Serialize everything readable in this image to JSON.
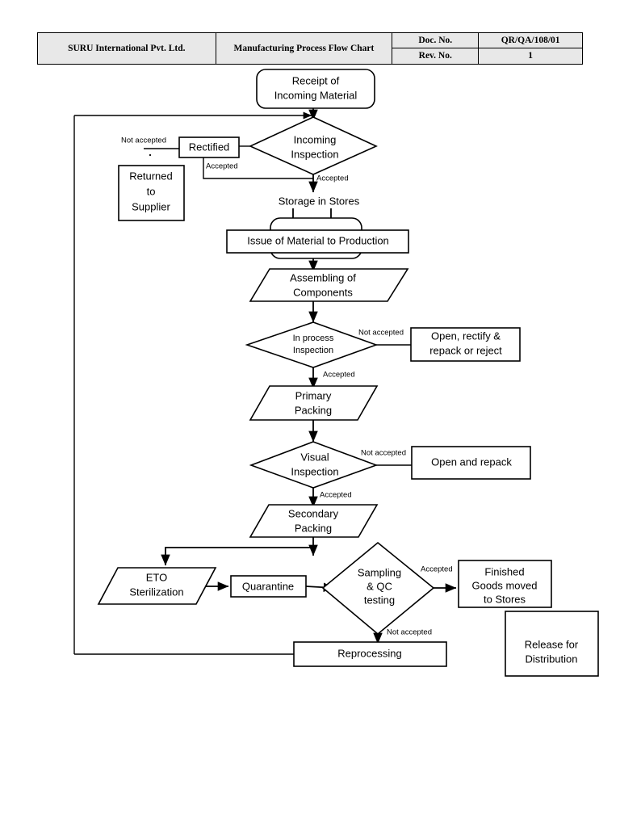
{
  "header": {
    "company": "SURU International Pvt. Ltd.",
    "title": "Manufacturing Process Flow Chart",
    "doc_no_label": "Doc. No.",
    "doc_no_value": "QR/QA/108/01",
    "rev_no_label": "Rev. No.",
    "rev_no_value": "1"
  },
  "chart_data": {
    "type": "diagram",
    "title": "Manufacturing Process Flow Chart",
    "nodes": [
      {
        "id": "receipt",
        "shape": "rounded-rect",
        "lines": [
          "Receipt of",
          "Incoming Material"
        ]
      },
      {
        "id": "incoming_insp",
        "shape": "diamond",
        "lines": [
          "Incoming",
          "Inspection"
        ]
      },
      {
        "id": "rectified",
        "shape": "rect",
        "lines": [
          "Rectified"
        ]
      },
      {
        "id": "returned",
        "shape": "rect",
        "lines": [
          "Returned",
          "to",
          "Supplier"
        ]
      },
      {
        "id": "storage",
        "shape": "text",
        "lines": [
          "Storage in Stores"
        ]
      },
      {
        "id": "issue_round",
        "shape": "rounded-rect",
        "lines": []
      },
      {
        "id": "issue",
        "shape": "rect",
        "lines": [
          "Issue of Material to Production"
        ]
      },
      {
        "id": "assembling",
        "shape": "parallelogram",
        "lines": [
          "Assembling of",
          "Components"
        ]
      },
      {
        "id": "inprocess",
        "shape": "diamond",
        "lines": [
          "In process",
          "Inspection"
        ]
      },
      {
        "id": "open_rectify",
        "shape": "rect",
        "lines": [
          "Open, rectify &",
          "repack or reject"
        ]
      },
      {
        "id": "primary",
        "shape": "parallelogram",
        "lines": [
          "Primary",
          "Packing"
        ]
      },
      {
        "id": "visual",
        "shape": "diamond",
        "lines": [
          "Visual",
          "Inspection"
        ]
      },
      {
        "id": "open_repack",
        "shape": "rect",
        "lines": [
          "Open and repack"
        ]
      },
      {
        "id": "secondary",
        "shape": "parallelogram",
        "lines": [
          "Secondary",
          "Packing"
        ]
      },
      {
        "id": "eto",
        "shape": "parallelogram",
        "lines": [
          "ETO",
          "Sterilization"
        ]
      },
      {
        "id": "quarantine",
        "shape": "rect",
        "lines": [
          "Quarantine"
        ]
      },
      {
        "id": "sampling",
        "shape": "diamond",
        "lines": [
          "Sampling",
          "& QC",
          "testing"
        ]
      },
      {
        "id": "finished",
        "shape": "rect",
        "lines": [
          "Finished",
          "Goods moved",
          "to Stores"
        ]
      },
      {
        "id": "release",
        "shape": "rect",
        "lines": [
          "Release for",
          "Distribution"
        ]
      },
      {
        "id": "reprocessing",
        "shape": "rect",
        "lines": [
          "Reprocessing"
        ]
      }
    ],
    "edges": [
      {
        "from": "receipt",
        "to": "incoming_insp",
        "label": ""
      },
      {
        "from": "incoming_insp",
        "to": "rectified",
        "label": "Not accepted"
      },
      {
        "from": "incoming_insp",
        "to": "storage",
        "label": "Accepted"
      },
      {
        "from": "rectified",
        "to": "storage",
        "label": "Accepted"
      },
      {
        "from": "rectified",
        "to": "receipt",
        "label": "Not accepted"
      },
      {
        "from": "storage",
        "to": "issue",
        "label": ""
      },
      {
        "from": "issue",
        "to": "assembling",
        "label": ""
      },
      {
        "from": "assembling",
        "to": "inprocess",
        "label": ""
      },
      {
        "from": "inprocess",
        "to": "open_rectify",
        "label": "Not accepted"
      },
      {
        "from": "inprocess",
        "to": "primary",
        "label": "Accepted"
      },
      {
        "from": "primary",
        "to": "visual",
        "label": ""
      },
      {
        "from": "visual",
        "to": "open_repack",
        "label": "Not accepted"
      },
      {
        "from": "visual",
        "to": "secondary",
        "label": "Accepted"
      },
      {
        "from": "secondary",
        "to": "eto",
        "label": ""
      },
      {
        "from": "secondary",
        "to": "sampling",
        "label": ""
      },
      {
        "from": "eto",
        "to": "quarantine",
        "label": ""
      },
      {
        "from": "quarantine",
        "to": "sampling",
        "label": ""
      },
      {
        "from": "sampling",
        "to": "finished",
        "label": "Accepted"
      },
      {
        "from": "sampling",
        "to": "reprocessing",
        "label": "Not accepted"
      },
      {
        "from": "reprocessing",
        "to": "receipt",
        "label": ""
      }
    ]
  },
  "nodes": {
    "receipt": {
      "l1": "Receipt of",
      "l2": "Incoming Material"
    },
    "incoming": {
      "l1": "Incoming",
      "l2": "Inspection"
    },
    "rectified": {
      "l1": "Rectified"
    },
    "returned": {
      "l1": "Returned",
      "l2": "to",
      "l3": "Supplier"
    },
    "storage": {
      "l1": "Storage in Stores"
    },
    "issue": {
      "l1": "Issue of Material to Production"
    },
    "assembling": {
      "l1": "Assembling of",
      "l2": "Components"
    },
    "inprocess": {
      "l1": "In process",
      "l2": "Inspection"
    },
    "open_rectify": {
      "l1": "Open, rectify &",
      "l2": "repack or reject"
    },
    "primary": {
      "l1": "Primary",
      "l2": "Packing"
    },
    "visual": {
      "l1": "Visual",
      "l2": "Inspection"
    },
    "open_repack": {
      "l1": "Open and repack"
    },
    "secondary": {
      "l1": "Secondary",
      "l2": "Packing"
    },
    "eto": {
      "l1": "ETO",
      "l2": "Sterilization"
    },
    "quarantine": {
      "l1": "Quarantine"
    },
    "sampling": {
      "l1": "Sampling",
      "l2": "& QC",
      "l3": "testing"
    },
    "finished": {
      "l1": "Finished",
      "l2": "Goods moved",
      "l3": "to Stores"
    },
    "release": {
      "l1": "Release for",
      "l2": "Distribution"
    },
    "reprocessing": {
      "l1": "Reprocessing"
    }
  },
  "edge_labels": {
    "not_accepted_1": "Not accepted",
    "accepted_rect": "Accepted",
    "accepted_in": "Accepted",
    "not_accepted_2": "Not accepted",
    "accepted_proc": "Accepted",
    "not_accepted_3": "Not accepted",
    "accepted_vis": "Accepted",
    "accepted_qc": "Accepted",
    "not_accepted_4": "Not accepted"
  }
}
